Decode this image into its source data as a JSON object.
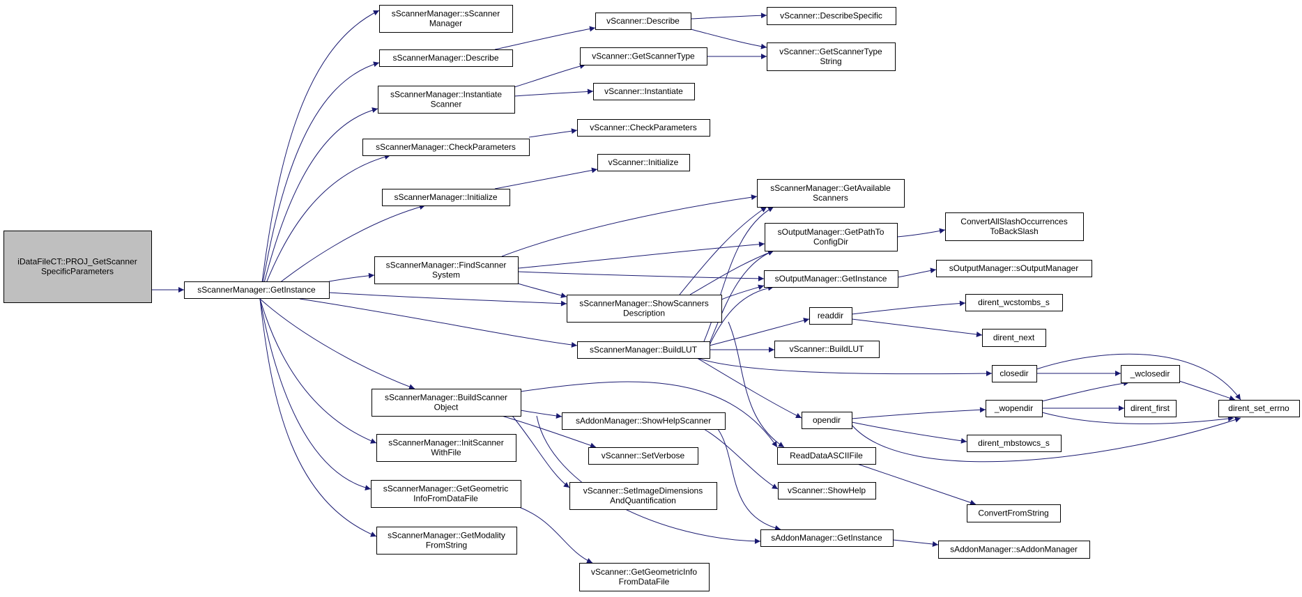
{
  "colors": {
    "edge": "#191970",
    "node_border": "#000000",
    "node_fill": "#ffffff",
    "root_fill": "#bfbfbf"
  },
  "root_node": "n0",
  "nodes": [
    {
      "id": "n0",
      "lines": [
        "iDataFileCT::PROJ_GetScanner",
        "SpecificParameters"
      ]
    },
    {
      "id": "n1",
      "lines": [
        "sScannerManager::GetInstance"
      ]
    },
    {
      "id": "n2",
      "lines": [
        "sScannerManager::sScanner",
        "Manager"
      ]
    },
    {
      "id": "n3",
      "lines": [
        "sScannerManager::Describe"
      ]
    },
    {
      "id": "n4",
      "lines": [
        "sScannerManager::Instantiate",
        "Scanner"
      ]
    },
    {
      "id": "n5",
      "lines": [
        "sScannerManager::CheckParameters"
      ]
    },
    {
      "id": "n6",
      "lines": [
        "sScannerManager::Initialize"
      ]
    },
    {
      "id": "n7",
      "lines": [
        "sScannerManager::FindScanner",
        "System"
      ]
    },
    {
      "id": "n8",
      "lines": [
        "sScannerManager::BuildScanner",
        "Object"
      ]
    },
    {
      "id": "n9",
      "lines": [
        "sScannerManager::InitScanner",
        "WithFile"
      ]
    },
    {
      "id": "n10",
      "lines": [
        "sScannerManager::GetGeometric",
        "InfoFromDataFile"
      ]
    },
    {
      "id": "n11",
      "lines": [
        "sScannerManager::GetModality",
        "FromString"
      ]
    },
    {
      "id": "n12",
      "lines": [
        "vScanner::Describe"
      ]
    },
    {
      "id": "n13",
      "lines": [
        "vScanner::GetScannerType"
      ]
    },
    {
      "id": "n14",
      "lines": [
        "vScanner::Instantiate"
      ]
    },
    {
      "id": "n15",
      "lines": [
        "vScanner::CheckParameters"
      ]
    },
    {
      "id": "n16",
      "lines": [
        "vScanner::Initialize"
      ]
    },
    {
      "id": "n17",
      "lines": [
        "sScannerManager::ShowScanners",
        "Description"
      ]
    },
    {
      "id": "n18",
      "lines": [
        "sScannerManager::BuildLUT"
      ]
    },
    {
      "id": "n19",
      "lines": [
        "sAddonManager::ShowHelpScanner"
      ]
    },
    {
      "id": "n20",
      "lines": [
        "vScanner::SetVerbose"
      ]
    },
    {
      "id": "n21",
      "lines": [
        "vScanner::SetImageDimensions",
        "AndQuantification"
      ]
    },
    {
      "id": "n22",
      "lines": [
        "vScanner::GetGeometricInfo",
        "FromDataFile"
      ]
    },
    {
      "id": "n23",
      "lines": [
        "vScanner::DescribeSpecific"
      ]
    },
    {
      "id": "n24",
      "lines": [
        "vScanner::GetScannerType",
        "String"
      ]
    },
    {
      "id": "n25",
      "lines": [
        "sScannerManager::GetAvailable",
        "Scanners"
      ]
    },
    {
      "id": "n26",
      "lines": [
        "sOutputManager::GetPathTo",
        "ConfigDir"
      ]
    },
    {
      "id": "n27",
      "lines": [
        "sOutputManager::GetInstance"
      ]
    },
    {
      "id": "n28",
      "lines": [
        "readdir"
      ]
    },
    {
      "id": "n29",
      "lines": [
        "vScanner::BuildLUT"
      ]
    },
    {
      "id": "n30",
      "lines": [
        "opendir"
      ]
    },
    {
      "id": "n31",
      "lines": [
        "ReadDataASCIIFile"
      ]
    },
    {
      "id": "n32",
      "lines": [
        "vScanner::ShowHelp"
      ]
    },
    {
      "id": "n33",
      "lines": [
        "sAddonManager::GetInstance"
      ]
    },
    {
      "id": "n34",
      "lines": [
        "ConvertAllSlashOccurrences",
        "ToBackSlash"
      ]
    },
    {
      "id": "n35",
      "lines": [
        "sOutputManager::sOutputManager"
      ]
    },
    {
      "id": "n36",
      "lines": [
        "dirent_wcstombs_s"
      ]
    },
    {
      "id": "n37",
      "lines": [
        "dirent_next"
      ]
    },
    {
      "id": "n38",
      "lines": [
        "closedir"
      ]
    },
    {
      "id": "n39",
      "lines": [
        "_wopendir"
      ]
    },
    {
      "id": "n40",
      "lines": [
        "dirent_mbstowcs_s"
      ]
    },
    {
      "id": "n41",
      "lines": [
        "ConvertFromString"
      ]
    },
    {
      "id": "n42",
      "lines": [
        "sAddonManager::sAddonManager"
      ]
    },
    {
      "id": "n43",
      "lines": [
        "_wclosedir"
      ]
    },
    {
      "id": "n44",
      "lines": [
        "dirent_first"
      ]
    },
    {
      "id": "n45",
      "lines": [
        "dirent_set_errno"
      ]
    }
  ],
  "edges": [
    {
      "from": "n0",
      "to": "n1"
    },
    {
      "from": "n1",
      "to": "n2"
    },
    {
      "from": "n1",
      "to": "n3"
    },
    {
      "from": "n1",
      "to": "n4"
    },
    {
      "from": "n1",
      "to": "n5"
    },
    {
      "from": "n1",
      "to": "n6"
    },
    {
      "from": "n1",
      "to": "n7"
    },
    {
      "from": "n1",
      "to": "n17"
    },
    {
      "from": "n1",
      "to": "n18"
    },
    {
      "from": "n1",
      "to": "n8"
    },
    {
      "from": "n1",
      "to": "n9"
    },
    {
      "from": "n1",
      "to": "n10"
    },
    {
      "from": "n1",
      "to": "n11"
    },
    {
      "from": "n3",
      "to": "n12"
    },
    {
      "from": "n12",
      "to": "n23"
    },
    {
      "from": "n12",
      "to": "n24"
    },
    {
      "from": "n4",
      "to": "n13"
    },
    {
      "from": "n4",
      "to": "n14"
    },
    {
      "from": "n13",
      "to": "n24"
    },
    {
      "from": "n5",
      "to": "n15"
    },
    {
      "from": "n6",
      "to": "n16"
    },
    {
      "from": "n7",
      "to": "n25"
    },
    {
      "from": "n7",
      "to": "n26"
    },
    {
      "from": "n7",
      "to": "n27"
    },
    {
      "from": "n7",
      "to": "n17"
    },
    {
      "from": "n17",
      "to": "n25"
    },
    {
      "from": "n17",
      "to": "n26"
    },
    {
      "from": "n17",
      "to": "n27"
    },
    {
      "from": "n17",
      "to": "n31"
    },
    {
      "from": "n18",
      "to": "n25"
    },
    {
      "from": "n18",
      "to": "n26"
    },
    {
      "from": "n18",
      "to": "n27"
    },
    {
      "from": "n18",
      "to": "n28"
    },
    {
      "from": "n18",
      "to": "n29"
    },
    {
      "from": "n18",
      "to": "n38"
    },
    {
      "from": "n18",
      "to": "n30"
    },
    {
      "from": "n26",
      "to": "n34"
    },
    {
      "from": "n27",
      "to": "n35"
    },
    {
      "from": "n28",
      "to": "n36"
    },
    {
      "from": "n28",
      "to": "n37"
    },
    {
      "from": "n38",
      "to": "n43"
    },
    {
      "from": "n38",
      "to": "n45"
    },
    {
      "from": "n30",
      "to": "n39"
    },
    {
      "from": "n30",
      "to": "n40"
    },
    {
      "from": "n30",
      "to": "n45"
    },
    {
      "from": "n39",
      "to": "n43"
    },
    {
      "from": "n39",
      "to": "n44"
    },
    {
      "from": "n39",
      "to": "n45"
    },
    {
      "from": "n43",
      "to": "n45"
    },
    {
      "from": "n8",
      "to": "n19"
    },
    {
      "from": "n8",
      "to": "n20"
    },
    {
      "from": "n8",
      "to": "n21"
    },
    {
      "from": "n8",
      "to": "n31"
    },
    {
      "from": "n8",
      "to": "n33"
    },
    {
      "from": "n19",
      "to": "n32"
    },
    {
      "from": "n19",
      "to": "n33"
    },
    {
      "from": "n31",
      "to": "n41"
    },
    {
      "from": "n33",
      "to": "n42"
    },
    {
      "from": "n10",
      "to": "n22"
    }
  ]
}
